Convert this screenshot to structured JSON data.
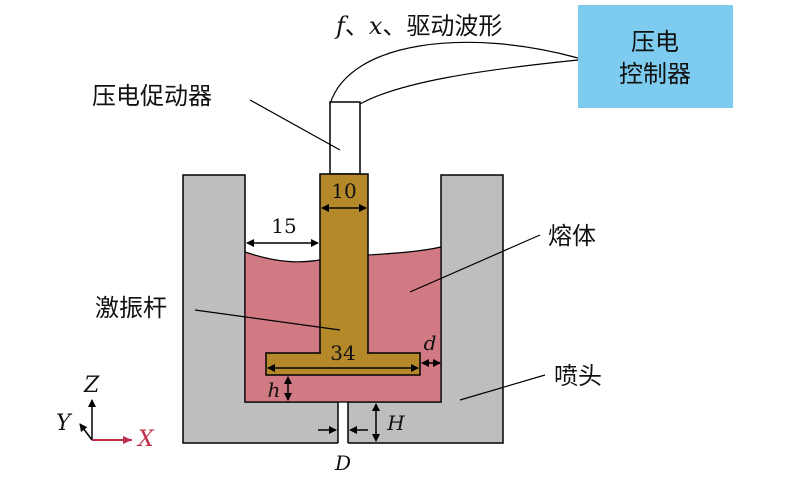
{
  "top_label": {
    "f": "f",
    "sep1": "、",
    "x": "x",
    "sep2": "、",
    "text": "驱动波形"
  },
  "controller": {
    "line1": "压电",
    "line2": "控制器"
  },
  "labels": {
    "actuator": "压电促动器",
    "melt": "熔体",
    "rod": "激振杆",
    "nozzle": "喷头"
  },
  "dims": {
    "rod_width": "10",
    "wall_gap": "15",
    "head_width": "34",
    "d": "d",
    "h": "h",
    "H": "H",
    "D": "D"
  },
  "axes": {
    "z": "Z",
    "y": "Y",
    "x": "X"
  },
  "colors": {
    "nozzle": "#bebebe",
    "melt": "#d27a84",
    "rod": "#b5892a",
    "controller": "#7ecbf0",
    "axis_x": "#c0304a"
  }
}
